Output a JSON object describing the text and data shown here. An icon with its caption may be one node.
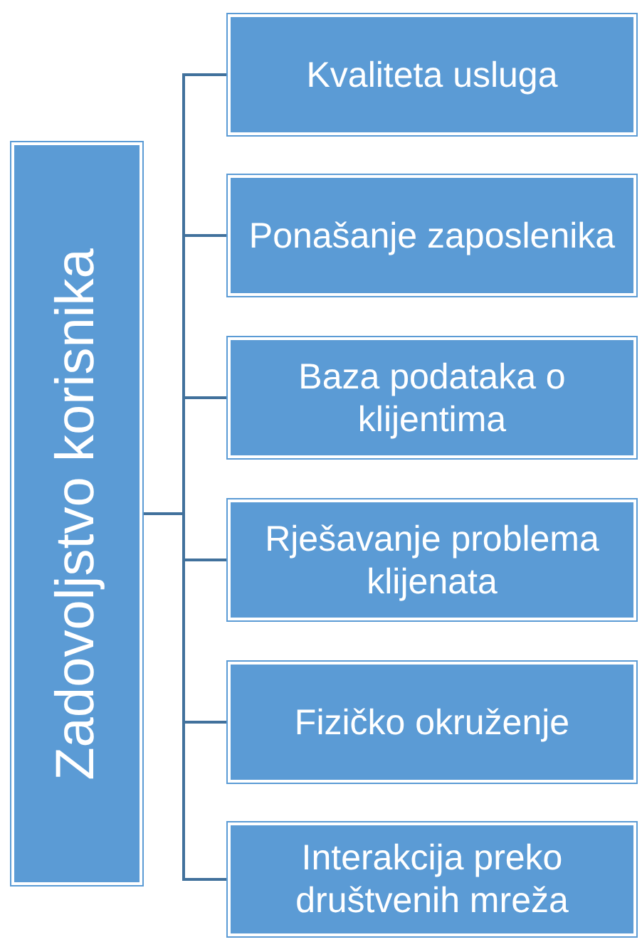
{
  "diagram": {
    "nodes": [
      {
        "text": [
          "Zadovoljstvo korisnika"
        ]
      },
      {
        "text": [
          "Kvaliteta usluga"
        ]
      },
      {
        "text": [
          "Ponašanje zaposlenika"
        ]
      },
      {
        "text": [
          "Baza podataka o klijentima"
        ]
      },
      {
        "text": [
          "Rješavanje problema klijenata"
        ]
      },
      {
        "text": [
          "Fizičko okruženje"
        ]
      },
      {
        "text": [
          "Interakcija preko društvenih mreža"
        ]
      }
    ],
    "edges": [
      {
        "from": 0,
        "to": 1,
        "arrow": "none"
      },
      {
        "from": 0,
        "to": 2,
        "arrow": "none"
      },
      {
        "from": 0,
        "to": 3,
        "arrow": "none"
      },
      {
        "from": 0,
        "to": 4,
        "arrow": "none"
      },
      {
        "from": 0,
        "to": 5,
        "arrow": "none"
      },
      {
        "from": 0,
        "to": 6,
        "arrow": "none"
      }
    ]
  }
}
